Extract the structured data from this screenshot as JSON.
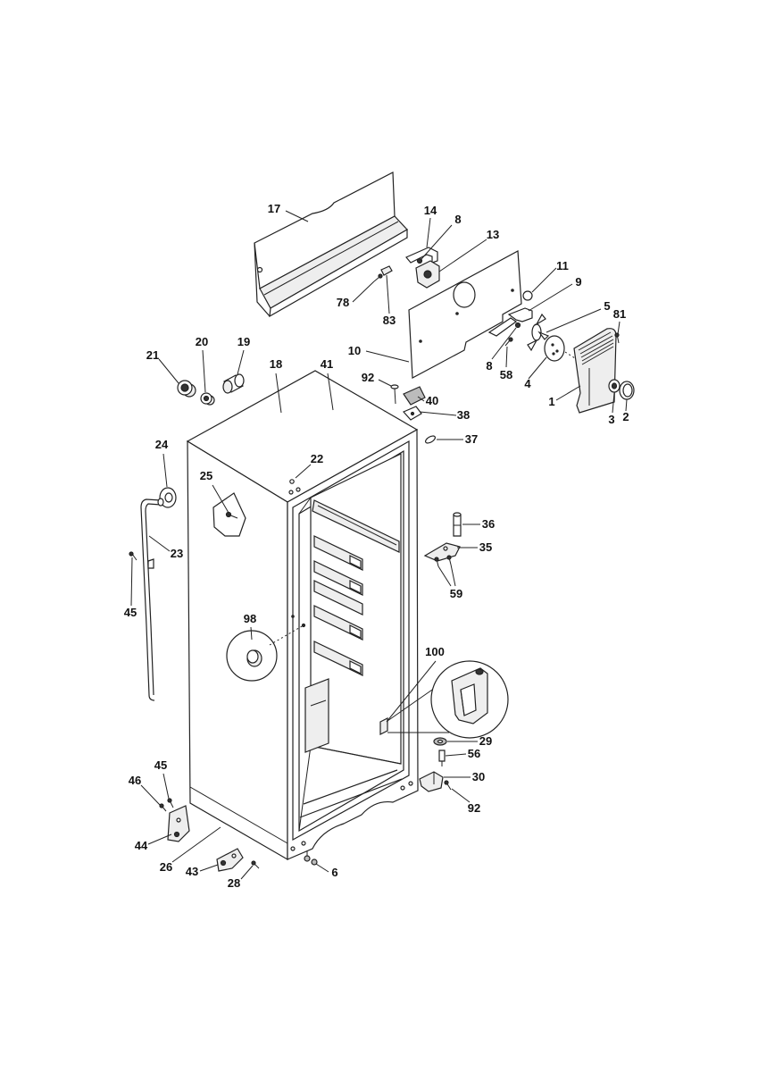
{
  "callouts": [
    "17",
    "14",
    "8",
    "13",
    "78",
    "83",
    "11",
    "9",
    "5",
    "81",
    "10",
    "8",
    "58",
    "4",
    "1",
    "3",
    "2",
    "21",
    "20",
    "19",
    "18",
    "41",
    "92",
    "40",
    "38",
    "37",
    "22",
    "24",
    "25",
    "23",
    "45",
    "98",
    "36",
    "35",
    "59",
    "100",
    "29",
    "56",
    "30",
    "92",
    "46",
    "45",
    "44",
    "26",
    "43",
    "28",
    "6"
  ]
}
